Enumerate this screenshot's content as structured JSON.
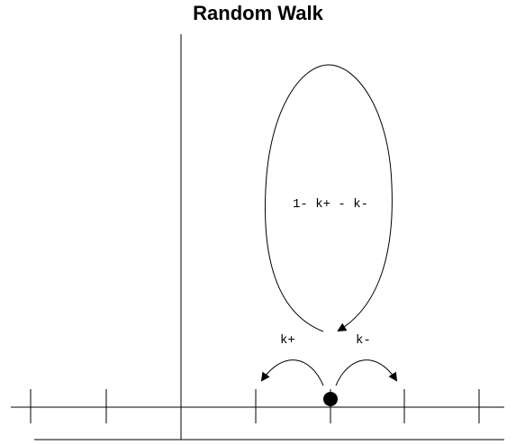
{
  "title": "Random Walk",
  "labels": {
    "self_loop": "1- k+ - k-",
    "left_rate": "k+",
    "right_rate": "k-"
  },
  "colors": {
    "ink": "#000000",
    "background": "#ffffff"
  }
}
